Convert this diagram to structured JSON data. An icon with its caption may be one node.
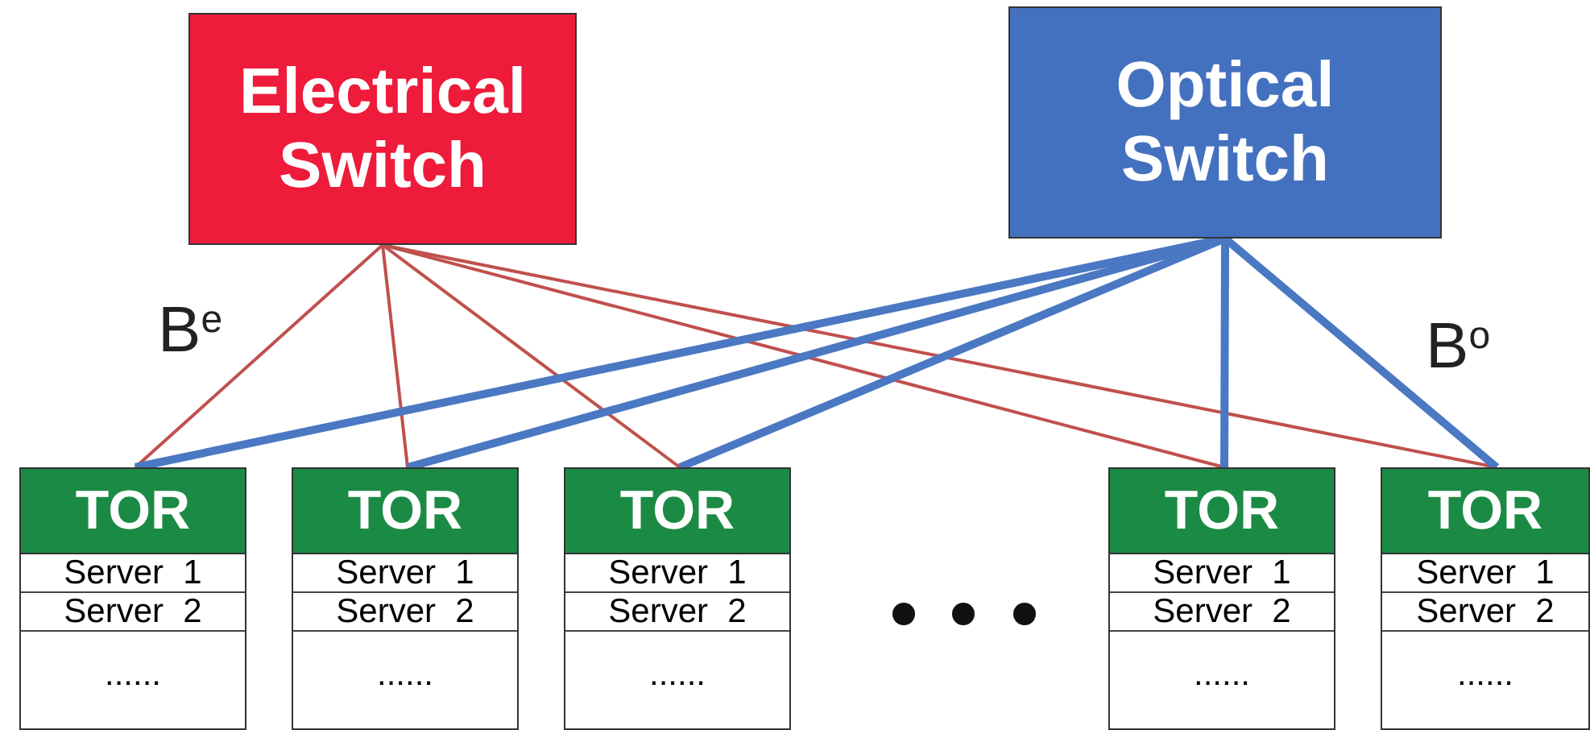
{
  "diagram": {
    "nodes": [
      {
        "text": [
          "Electrical Switch"
        ]
      },
      {
        "text": [
          "Optical Switch"
        ]
      },
      {
        "text": [],
        "shape": "box"
      },
      {
        "text": [
          "TOR"
        ],
        "in": 2
      },
      {
        "text": [
          "Server 1"
        ],
        "in": 2
      },
      {
        "text": [
          "Server 2"
        ],
        "in": 2
      },
      {
        "text": [
          "......"
        ],
        "in": 2
      },
      {
        "text": [],
        "shape": "box"
      },
      {
        "text": [
          "TOR"
        ],
        "in": 7
      },
      {
        "text": [
          "Server 1"
        ],
        "in": 7
      },
      {
        "text": [
          "Server 2"
        ],
        "in": 7
      },
      {
        "text": [
          "......"
        ],
        "in": 7
      },
      {
        "text": [],
        "shape": "box"
      },
      {
        "text": [
          "TOR"
        ],
        "in": 12
      },
      {
        "text": [
          "Server 1"
        ],
        "in": 12
      },
      {
        "text": [
          "Server 2"
        ],
        "in": 12
      },
      {
        "text": [
          "......"
        ],
        "in": 12
      },
      {
        "text": [],
        "shape": "box"
      },
      {
        "text": [
          "TOR"
        ],
        "in": 17
      },
      {
        "text": [
          "Server 1"
        ],
        "in": 17
      },
      {
        "text": [
          "Server 2"
        ],
        "in": 17
      },
      {
        "text": [
          "......"
        ],
        "in": 17
      },
      {
        "text": [],
        "shape": "box"
      },
      {
        "text": [
          "TOR"
        ],
        "in": 22
      },
      {
        "text": [
          "Server 1"
        ],
        "in": 22
      },
      {
        "text": [
          "Server 2"
        ],
        "in": 22
      },
      {
        "text": [
          "......"
        ],
        "in": 22
      }
    ],
    "edges": [
      {
        "from": 0,
        "to": 3,
        "arrow": "none",
        "color": "#c0504d"
      },
      {
        "from": 0,
        "to": 8,
        "arrow": "none",
        "color": "#c0504d"
      },
      {
        "from": 0,
        "to": 13,
        "arrow": "none",
        "color": "#c0504d"
      },
      {
        "from": 0,
        "to": 18,
        "arrow": "none",
        "color": "#c0504d"
      },
      {
        "from": 0,
        "to": 23,
        "arrow": "none",
        "color": "#c0504d"
      },
      {
        "from": 1,
        "to": 3,
        "arrow": "none",
        "style": "thick",
        "color": "#4a78c2"
      },
      {
        "from": 1,
        "to": 8,
        "arrow": "none",
        "style": "thick",
        "color": "#4a78c2"
      },
      {
        "from": 1,
        "to": 13,
        "arrow": "none",
        "style": "thick",
        "color": "#4a78c2"
      },
      {
        "from": 1,
        "to": 18,
        "arrow": "none",
        "style": "thick",
        "color": "#4a78c2"
      },
      {
        "from": 1,
        "to": 23,
        "arrow": "none",
        "style": "thick",
        "color": "#4a78c2"
      }
    ],
    "labels": [
      "B$^{e}$",
      "B$^{o}$"
    ]
  }
}
